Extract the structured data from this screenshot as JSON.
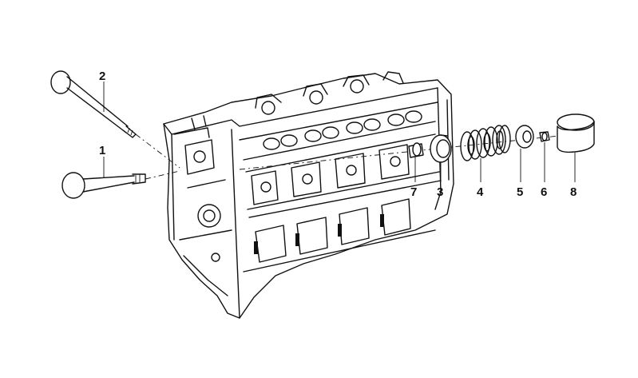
{
  "diagram": {
    "callouts": [
      {
        "id": "1",
        "label": "1"
      },
      {
        "id": "2",
        "label": "2"
      },
      {
        "id": "3",
        "label": "3"
      },
      {
        "id": "4",
        "label": "4"
      },
      {
        "id": "5",
        "label": "5"
      },
      {
        "id": "6",
        "label": "6"
      },
      {
        "id": "7",
        "label": "7"
      },
      {
        "id": "8",
        "label": "8"
      }
    ]
  },
  "colors": {
    "line": "#111111",
    "background": "#ffffff"
  }
}
